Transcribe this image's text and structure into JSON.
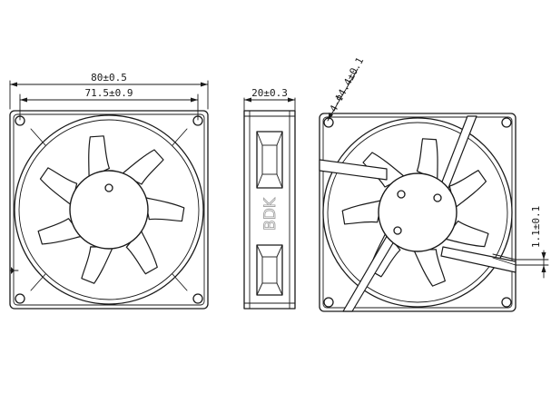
{
  "dimensions": {
    "overall_width": "80±0.5",
    "mount_hole_spacing": "71.5±0.9",
    "thickness": "20±0.3",
    "mount_hole": "4-Φ4.4±0.1",
    "lead_offset": "1.1±0.1"
  },
  "branding": {
    "logo": "BDK"
  },
  "colors": {
    "line": "#1a1a1a",
    "background": "#ffffff",
    "logo_outline": "#9a9a9a"
  }
}
